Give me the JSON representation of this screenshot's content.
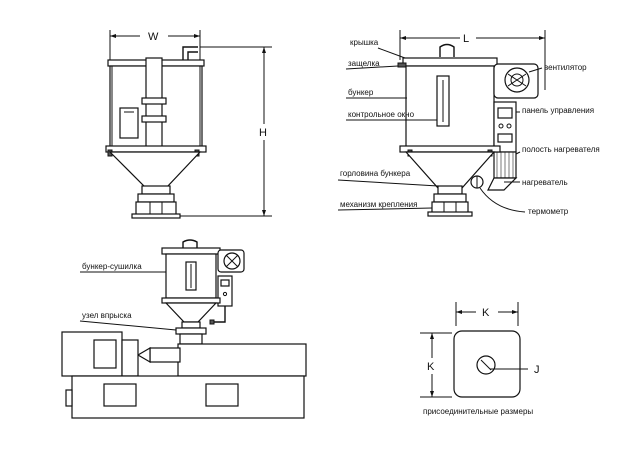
{
  "dimensions": {
    "width": "W",
    "height": "H",
    "length": "L",
    "flange_side": "K",
    "flange_side_vertical": "K",
    "bore": "J"
  },
  "labels": {
    "lid": "крышка",
    "latch": "защелка",
    "hopper": "бункер",
    "sight_window": "контрольное окно",
    "fan": "вентилятор",
    "control_panel": "панель управления",
    "heater_cavity": "полость нагревателя",
    "heater": "нагреватель",
    "thermometer": "термометр",
    "hopper_throat": "горловина бункера",
    "mounting_mechanism": "механизм крепления",
    "hopper_dryer": "бункер-сушилка",
    "injection_unit": "узел впрыска",
    "connection_dimensions": "присоединительные размеры"
  }
}
